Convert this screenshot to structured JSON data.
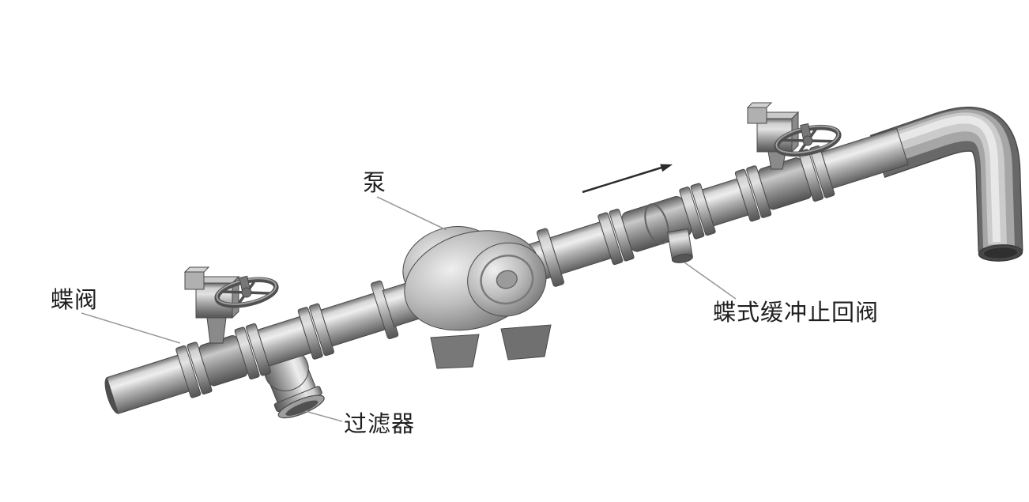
{
  "labels": {
    "butterfly_valve": "蝶阀",
    "pump": "泵",
    "strainer": "过滤器",
    "check_valve": "蝶式缓冲止回阀"
  },
  "arrow": {
    "direction": "up-right"
  },
  "colors": {
    "background": "#ffffff",
    "metal_highlight": "#eeeeee",
    "metal_mid": "#b5b5b5",
    "metal_shadow": "#5f5f5f",
    "outline": "#4a4a4a",
    "label_text": "#1f1f1f",
    "leader_line": "#9b9b9b"
  }
}
